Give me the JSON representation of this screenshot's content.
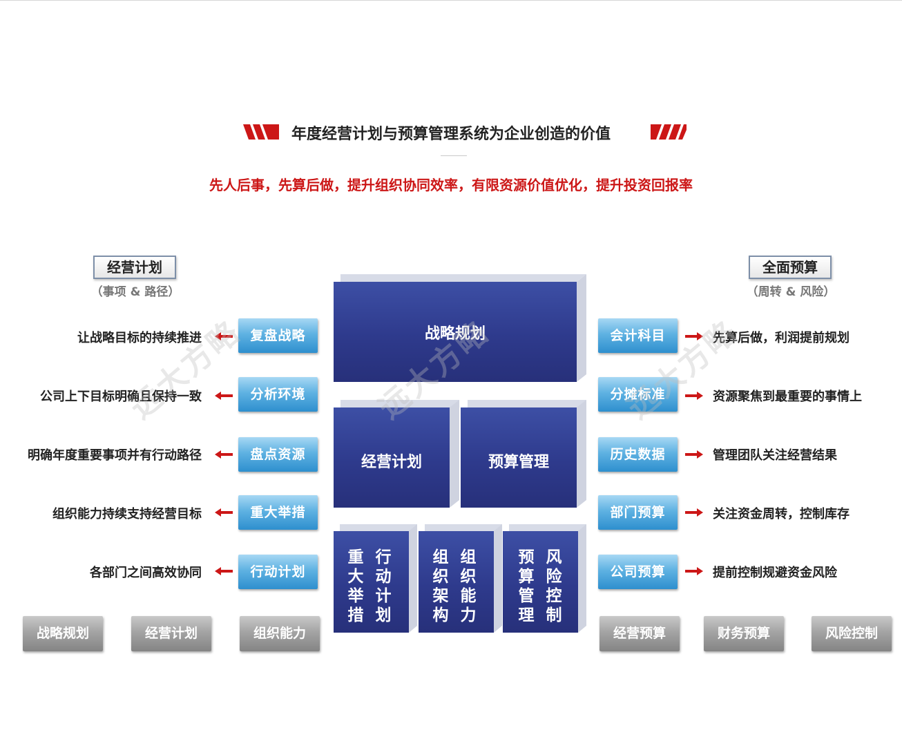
{
  "header": {
    "title": "年度经营计划与预算管理系统为企业创造的价值",
    "subtitle": "先人后事，先算后做，提升组织协同效率，有限资源价值优化，提升投资回报率"
  },
  "left": {
    "heading": "经营计划",
    "sub": "（事项 & 路径）",
    "rows": [
      {
        "button": "复盘战略",
        "text": "让战略目标的持续推进"
      },
      {
        "button": "分析环境",
        "text": "公司上下目标明确且保持一致"
      },
      {
        "button": "盘点资源",
        "text": "明确年度重要事项并有行动路径"
      },
      {
        "button": "重大举措",
        "text": "组织能力持续支持经营目标"
      },
      {
        "button": "行动计划",
        "text": "各部门之间高效协同"
      }
    ],
    "bottom": [
      "战略规划",
      "经营计划",
      "组织能力"
    ]
  },
  "right": {
    "heading": "全面预算",
    "sub": "（周转 & 风险）",
    "rows": [
      {
        "button": "会计科目",
        "text": "先算后做，利润提前规划"
      },
      {
        "button": "分摊标准",
        "text": "资源聚焦到最重要的事情上"
      },
      {
        "button": "历史数据",
        "text": "管理团队关注经营结果"
      },
      {
        "button": "部门预算",
        "text": "关注资金周转，控制库存"
      },
      {
        "button": "公司预算",
        "text": "提前控制规避资金风险"
      }
    ],
    "bottom": [
      "经营预算",
      "财务预算",
      "风险控制"
    ]
  },
  "center": {
    "top": "战略规划",
    "mid": [
      "经营计划",
      "预算管理"
    ],
    "bottom": [
      [
        "重大举措",
        "行动计划"
      ],
      [
        "组织架构",
        "组织能力"
      ],
      [
        "预算管理",
        "风险控制"
      ]
    ]
  },
  "watermark": "远大方略",
  "colors": {
    "accent_red": "#cc1717",
    "block_blue": "#2e3a8c",
    "button_blue": "#3d9ad6",
    "button_gray": "#a4a4a4"
  }
}
